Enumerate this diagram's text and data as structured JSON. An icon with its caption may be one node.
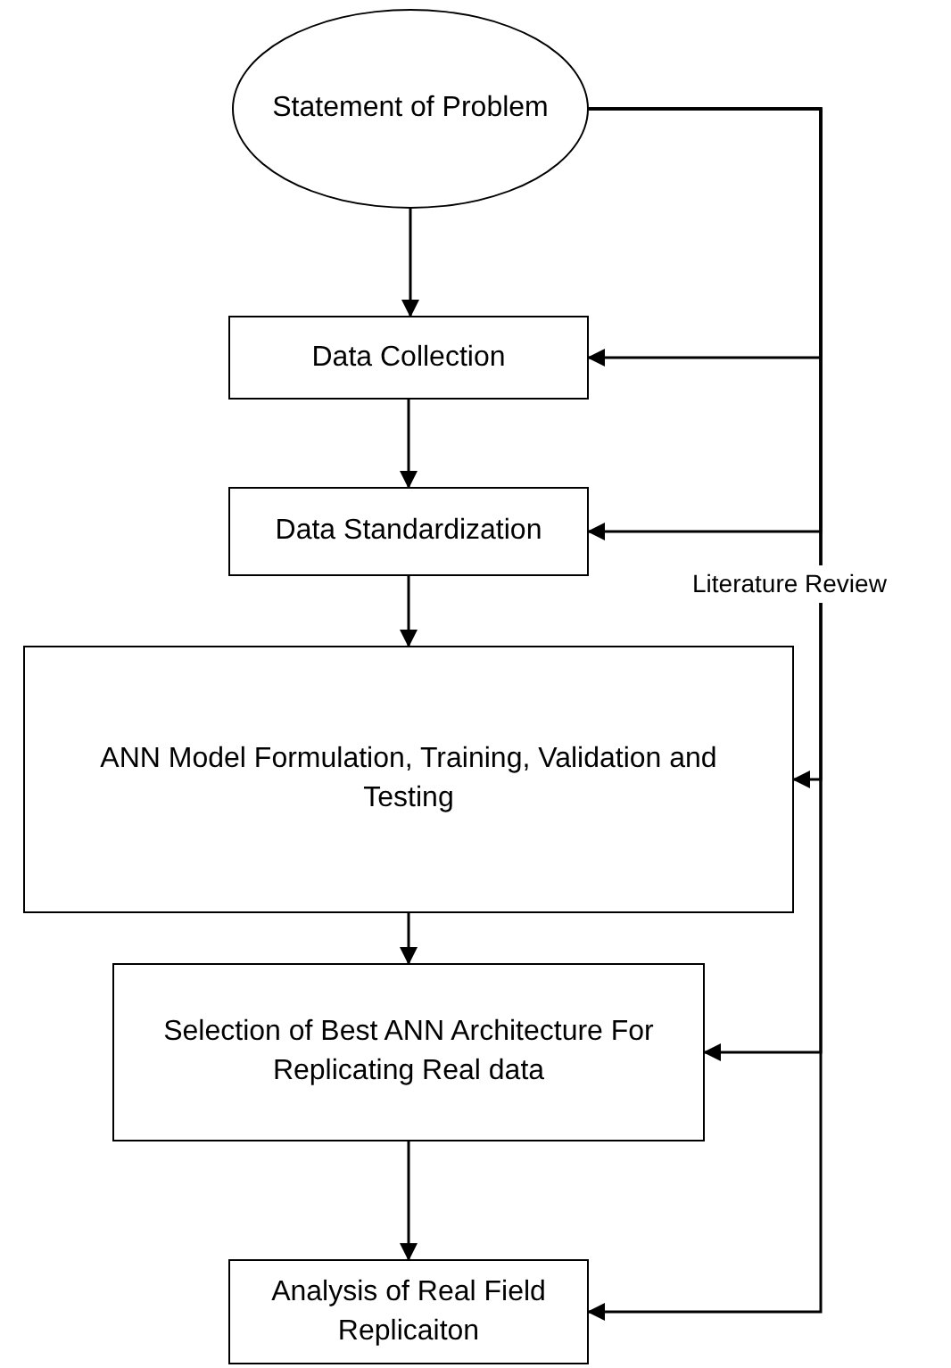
{
  "diagram": {
    "nodes": [
      {
        "text": [
          "Statement of Problem"
        ]
      },
      {
        "text": [
          "Data Collection"
        ]
      },
      {
        "text": [
          "Data Standardization"
        ]
      },
      {
        "text": [
          "ANN Model Formulation, Training, Validation and Testing"
        ]
      },
      {
        "text": [
          "Selection of Best ANN Architecture For Replicating Real data"
        ]
      },
      {
        "text": [
          "Analysis of Real Field Replicaiton"
        ]
      }
    ],
    "edges": [
      {
        "from": 0,
        "to": 1,
        "arrow": "to"
      },
      {
        "from": 1,
        "to": 2,
        "arrow": "to"
      },
      {
        "from": 2,
        "to": 3,
        "arrow": "to"
      },
      {
        "from": 3,
        "to": 4,
        "arrow": "to"
      },
      {
        "from": 4,
        "to": 5,
        "arrow": "to"
      },
      {
        "from": 0,
        "to": 1,
        "arrow": "to"
      },
      {
        "from": 0,
        "to": 2,
        "arrow": "to"
      },
      {
        "from": 0,
        "to": 3,
        "arrow": "to"
      },
      {
        "from": 0,
        "to": 4,
        "arrow": "to"
      },
      {
        "from": 0,
        "to": 5,
        "arrow": "to"
      }
    ],
    "labels": [
      "Literature Review"
    ]
  }
}
